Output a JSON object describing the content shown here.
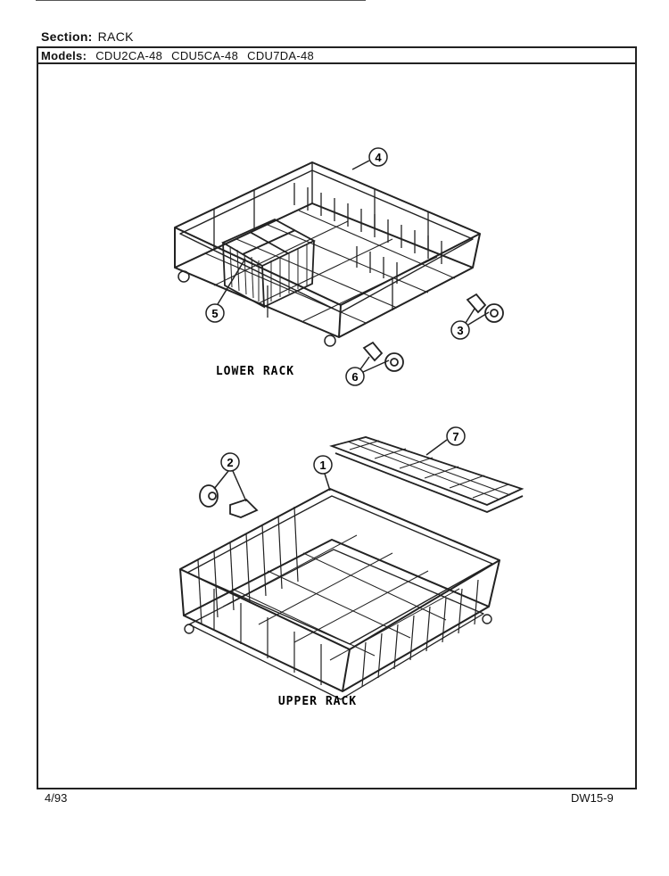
{
  "header": {
    "section_label": "Section:",
    "section_value": "RACK",
    "models_label": "Models:",
    "models": [
      "CDU2CA-48",
      "CDU5CA-48",
      "CDU7DA-48"
    ]
  },
  "diagram": {
    "lower_rack_label": "LOWER RACK",
    "upper_rack_label": "UPPER RACK",
    "callouts": [
      "1",
      "2",
      "3",
      "4",
      "5",
      "6",
      "7"
    ]
  },
  "footer": {
    "date": "4/93",
    "code": "DW15-9"
  }
}
